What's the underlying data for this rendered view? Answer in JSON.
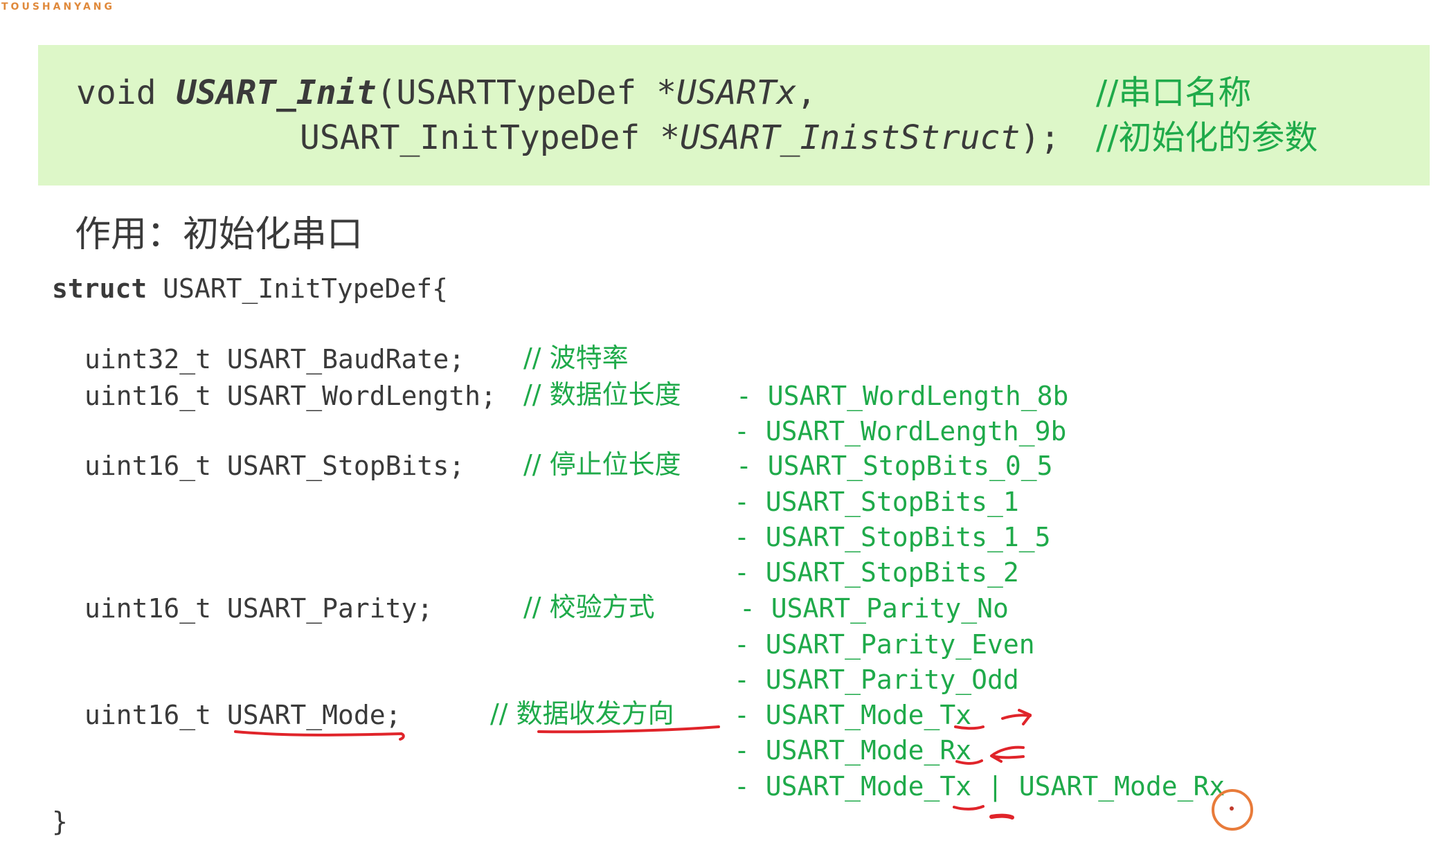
{
  "watermark": "TOUSHANYANG",
  "signature": {
    "line1": {
      "ret": "void",
      "fn": "USART_Init",
      "open": "(",
      "type1": "USARTTypeDef",
      "star1": " *",
      "param1": "USARTx",
      "comma": ",",
      "comment1": "//串口名称"
    },
    "line2": {
      "type2": "USART_InitTypeDef",
      "star2": " *",
      "param2": "USART_InistStruct",
      "close": ");",
      "comment2": "//初始化的参数"
    }
  },
  "purpose": "作用：初始化串口",
  "struct": {
    "keyword": "struct",
    "name": "USART_InitTypeDef{",
    "closing": "}",
    "fields": [
      {
        "decl": "uint32_t USART_BaudRate;",
        "comment": "// 波特率",
        "options": []
      },
      {
        "decl": "uint16_t USART_WordLength;",
        "comment": "// 数据位长度",
        "options": [
          "- USART_WordLength_8b",
          "- USART_WordLength_9b"
        ]
      },
      {
        "decl": "uint16_t USART_StopBits;",
        "comment": "// 停止位长度",
        "options": [
          "- USART_StopBits_0_5",
          "- USART_StopBits_1",
          "- USART_StopBits_1_5",
          "- USART_StopBits_2"
        ]
      },
      {
        "decl": "uint16_t USART_Parity;",
        "comment": "// 校验方式",
        "options": [
          "- USART_Parity_No",
          "- USART_Parity_Even",
          "- USART_Parity_Odd"
        ]
      },
      {
        "decl": "uint16_t USART_Mode;",
        "comment": "// 数据收发方向",
        "options": [
          "- USART_Mode_Tx",
          "- USART_Mode_Rx",
          "- USART_Mode_Tx | USART_Mode_Rx"
        ]
      }
    ]
  },
  "colors": {
    "banner": "#ddf7c8",
    "comment_green": "#1faa4a",
    "code_text": "#3a3a3a",
    "annotation_red": "#e0242a",
    "cursor_orange": "#e87b3a"
  }
}
